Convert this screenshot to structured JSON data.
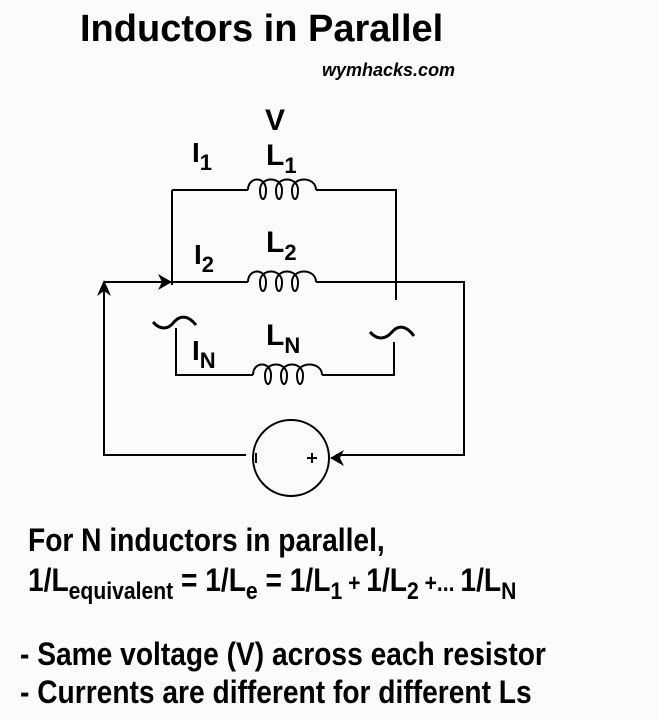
{
  "title": "Inductors in Parallel",
  "site": "wymhacks.com",
  "circuit": {
    "voltage_label": "V",
    "branches": [
      {
        "current": "I",
        "current_sub": "1",
        "inductor": "L",
        "inductor_sub": "1"
      },
      {
        "current": "I",
        "current_sub": "2",
        "inductor": "L",
        "inductor_sub": "2"
      },
      {
        "current": "I",
        "current_sub": "N",
        "inductor": "L",
        "inductor_sub": "N"
      }
    ],
    "source": {
      "minus": "I",
      "plus": "+"
    }
  },
  "formula": {
    "intro": "For N inductors in parallel,",
    "lhs_prefix": "1/L",
    "lhs_sub": "equivalent",
    "eq1": " = 1/L",
    "le_sub": "e",
    "eq2": " =  1/L",
    "t1_sub": "1",
    "plus1": " + ",
    "t2": "1/L",
    "t2_sub": "2",
    "plus2": " +... ",
    "t3": "1/L",
    "t3_sub": "N"
  },
  "bullets": [
    "- Same voltage (V) across each resistor",
    "- Currents are different for different Ls"
  ]
}
